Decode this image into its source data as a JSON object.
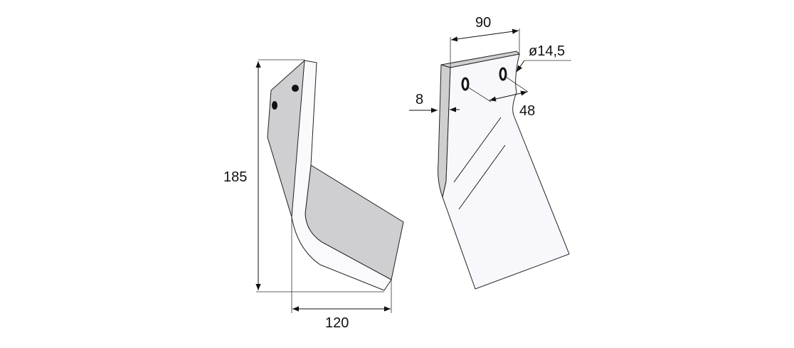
{
  "left_view": {
    "height_label": "185",
    "width_label": "120"
  },
  "right_view": {
    "width_label": "90",
    "hole_diameter_label": "ø14,5",
    "hole_spacing_label": "48",
    "thickness_label": "8"
  },
  "colors": {
    "shade": "#cfcfd2",
    "face": "#f7f7fb",
    "line": "#111111"
  }
}
